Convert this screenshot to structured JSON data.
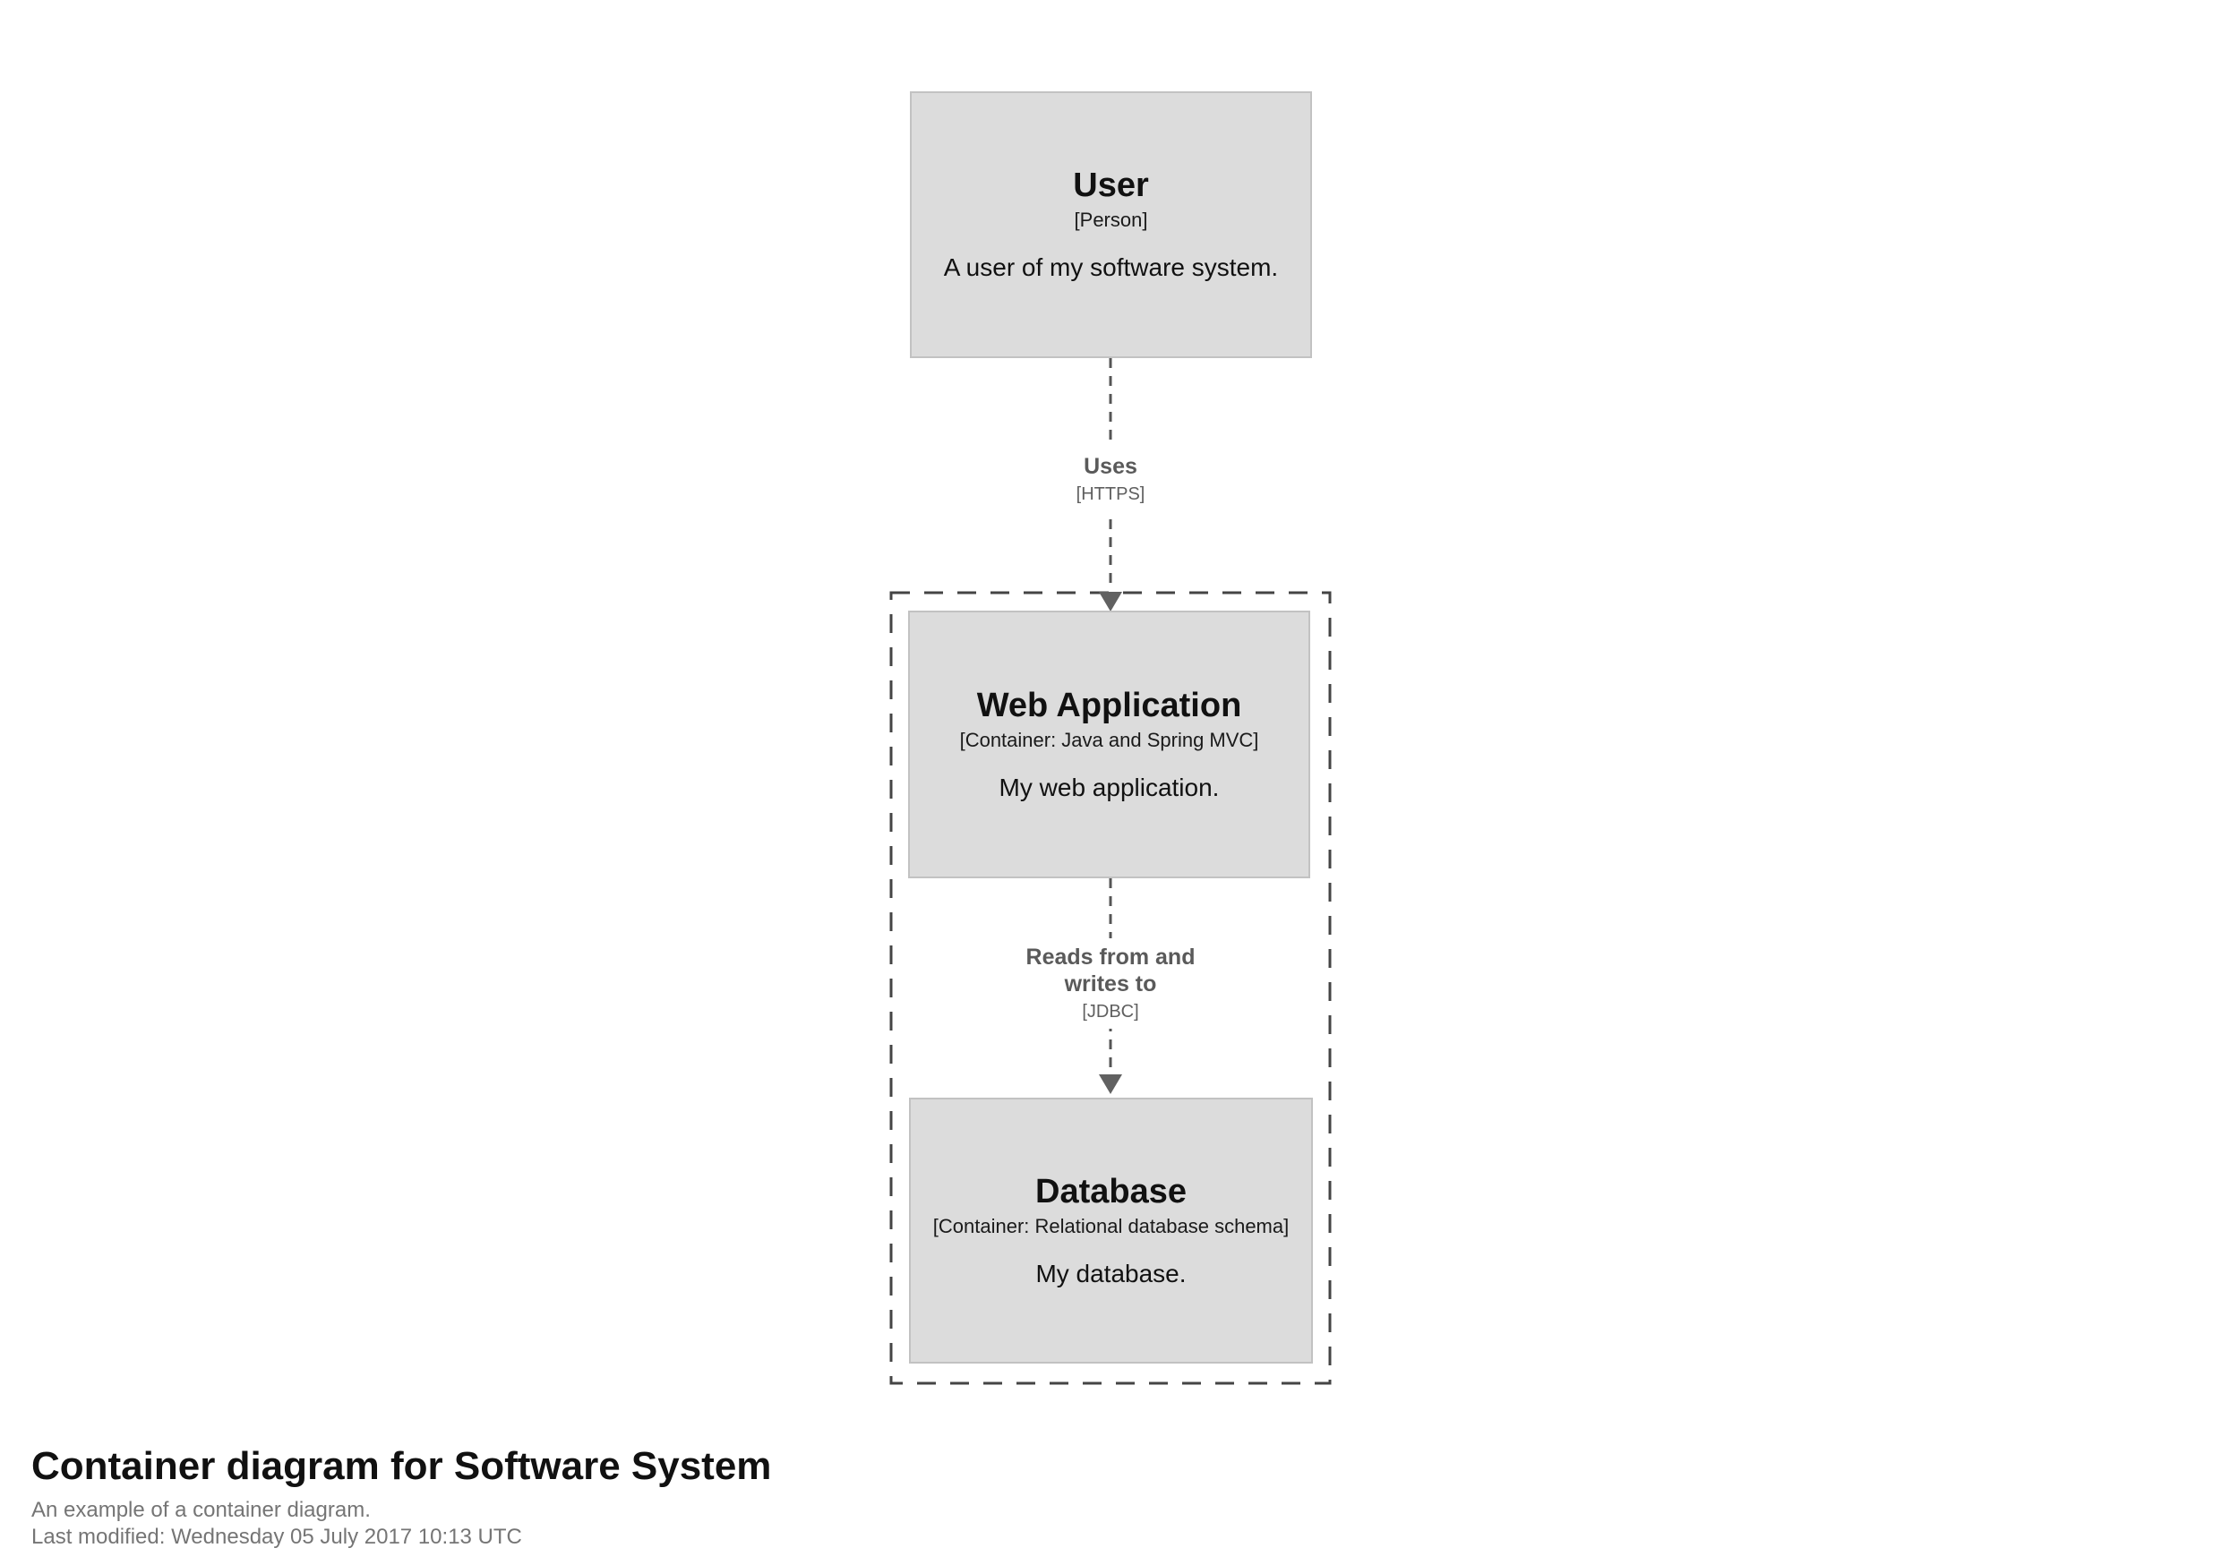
{
  "diagram": {
    "elements": [
      {
        "id": "user",
        "name": "User",
        "meta": "[Person]",
        "description": "A user of my software system."
      },
      {
        "id": "web-application",
        "name": "Web Application",
        "meta": "[Container: Java and Spring MVC]",
        "description": "My web application."
      },
      {
        "id": "database",
        "name": "Database",
        "meta": "[Container: Relational database schema]",
        "description": "My database."
      }
    ],
    "relationships": [
      {
        "id": "uses",
        "name": "Uses",
        "technology": "[HTTPS]"
      },
      {
        "id": "reads-writes",
        "name": "Reads from and writes to",
        "technology": "[JDBC]"
      }
    ],
    "colors": {
      "element_fill": "#dcdcdc",
      "element_border": "#c2c2c2",
      "element_text": "#111111",
      "boundary_stroke": "#444444",
      "connector_stroke": "#555555",
      "arrowhead_fill": "#616161",
      "relationship_text": "#5a5a5a",
      "footer_muted_text": "#757575",
      "background": "#ffffff"
    }
  },
  "footer": {
    "title": "Container diagram for Software System",
    "subtitle": "An example of a container diagram.",
    "last_modified": "Last modified: Wednesday 05 July 2017 10:13 UTC"
  }
}
